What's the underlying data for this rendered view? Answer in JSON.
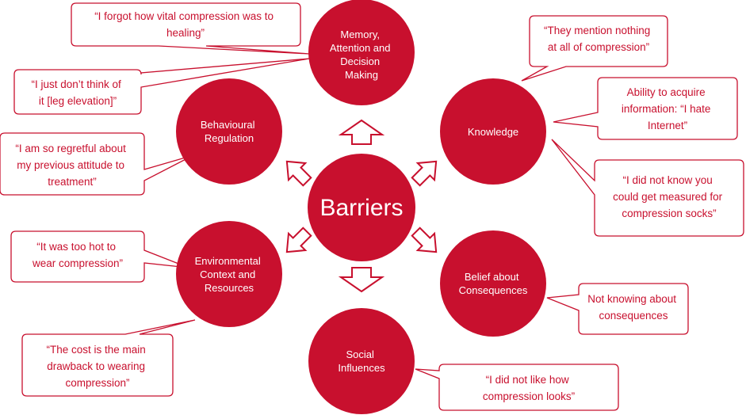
{
  "center": {
    "label": "Barriers"
  },
  "domains": {
    "memory": [
      "Memory,",
      "Attention and",
      "Decision",
      "Making"
    ],
    "knowledge": [
      "Knowledge"
    ],
    "behavioural": [
      "Behavioural",
      "Regulation"
    ],
    "environmental": [
      "Environmental",
      "Context and",
      "Resources"
    ],
    "belief": [
      "Belief about",
      "Consequences"
    ],
    "social": [
      "Social",
      "Influences"
    ]
  },
  "quotes": {
    "forgot": [
      "“I forgot how vital compression was to",
      "healing”"
    ],
    "leg": [
      "“I just don’t think of",
      "it [leg elevation]”"
    ],
    "regretful": [
      "“I am so regretful about",
      "my previous attitude to",
      "treatment”"
    ],
    "hot": [
      "“It was too hot to",
      "wear compression”"
    ],
    "cost": [
      "“The cost is the main",
      "drawback to wearing",
      "compression”"
    ],
    "mention": [
      "“They mention nothing",
      "at all of compression”"
    ],
    "internet": [
      "Ability to acquire",
      "information: “I hate",
      "Internet”"
    ],
    "measured": [
      "“I did not know you",
      "could get measured for",
      "compression socks”"
    ],
    "consequences": [
      "Not knowing about",
      "consequences"
    ],
    "looks": [
      "“I did not like how",
      "compression looks”"
    ]
  },
  "colors": {
    "accent": "#c8102e",
    "background": "#ffffff"
  }
}
